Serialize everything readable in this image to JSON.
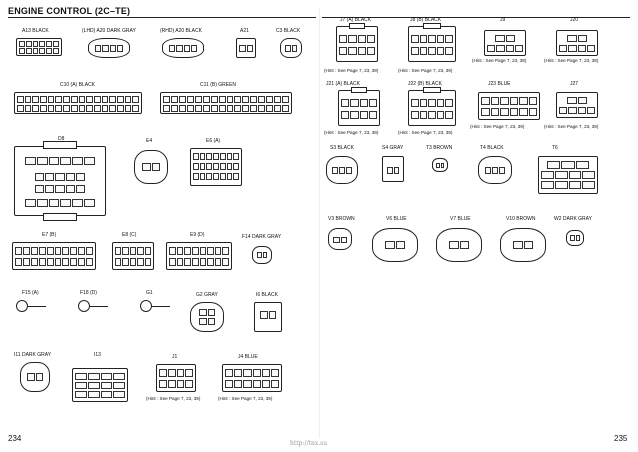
{
  "title": "ENGINE CONTROL (2C–TE)",
  "page_left": "234",
  "page_right": "235",
  "footer_url": "http://tnx.su",
  "hint_text": "(Hint : See Page 7, 23, 39)",
  "left": {
    "A13": "A13  BLACK",
    "A20L": "(LHD)  A20  DARK GRAY",
    "A20R": "(RHD)  A20  BLACK",
    "A21": "A21",
    "C3": "C3  BLACK",
    "C10": "C10 (A)  BLACK",
    "C11": "C11 (B)  GREEN",
    "D8": "D8",
    "E4": "E4",
    "E6": "E6 (A)",
    "E7": "E7 (B)",
    "E8": "E8 (C)",
    "E9": "E9 (D)",
    "F14": "F14  DARK GRAY",
    "F15": "F15 (A)",
    "F18": "F18 (D)",
    "G1": "G1",
    "G2": "G2  GRAY",
    "I6": "I6  BLACK",
    "I11": "I11  DARK GRAY",
    "I13": "I13",
    "J1": "J1",
    "J4": "J4  BLUE"
  },
  "right": {
    "J7": "J7 (A)  BLACK",
    "J8": "J8 (B)  BLACK",
    "J9": "J9",
    "J20": "J20",
    "J21": "J21 (A)  BLACK",
    "J22": "J22 (B)  BLACK",
    "J23": "J23  BLUE",
    "J27": "J27",
    "S3": "S3  BLACK",
    "S4": "S4  GRAY",
    "T3": "T3  BROWN",
    "T4": "T4  BLACK",
    "T6": "T6",
    "V3": "V3  BROWN",
    "V6": "V6  BLUE",
    "V7": "V7  BLUE",
    "V10": "V10  BROWN",
    "W2": "W2  DARK GRAY"
  }
}
